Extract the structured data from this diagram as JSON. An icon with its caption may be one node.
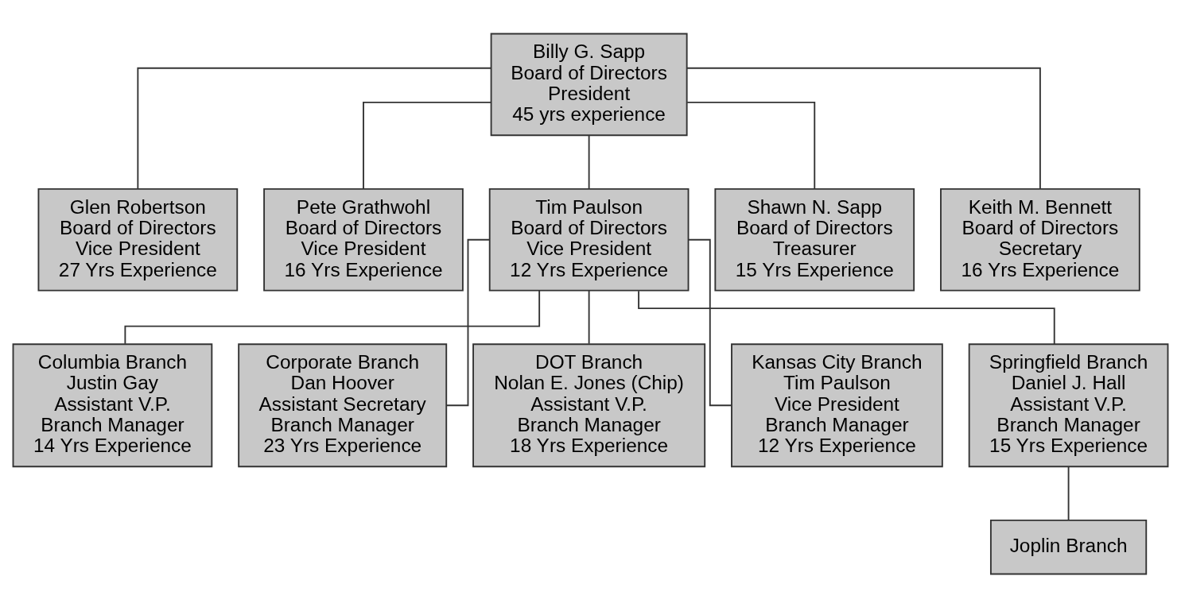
{
  "diagram": {
    "nodes": [
      {
        "text": [
          "Billy G. Sapp",
          "Board of Directors",
          "President",
          "45 yrs experience"
        ]
      },
      {
        "text": [
          "Glen Robertson",
          "Board of Directors",
          "Vice President",
          "27 Yrs Experience"
        ]
      },
      {
        "text": [
          "Pete Grathwohl",
          "Board of Directors",
          "Vice President",
          "16 Yrs Experience"
        ]
      },
      {
        "text": [
          "Tim Paulson",
          "Board of Directors",
          "Vice President",
          "12 Yrs Experience"
        ]
      },
      {
        "text": [
          "Shawn N. Sapp",
          "Board of Directors",
          "Treasurer",
          "15 Yrs Experience"
        ]
      },
      {
        "text": [
          "Keith M. Bennett",
          "Board of Directors",
          "Secretary",
          "16 Yrs Experience"
        ]
      },
      {
        "text": [
          "Columbia Branch",
          "Justin Gay",
          "Assistant V.P.",
          "Branch Manager",
          "14 Yrs Experience"
        ]
      },
      {
        "text": [
          "Corporate Branch",
          "Dan Hoover",
          "Assistant Secretary",
          "Branch Manager",
          "23 Yrs Experience"
        ]
      },
      {
        "text": [
          "DOT Branch",
          "Nolan E. Jones (Chip)",
          "Assistant V.P.",
          "Branch Manager",
          "18 Yrs Experience"
        ]
      },
      {
        "text": [
          "Kansas City Branch",
          "Tim Paulson",
          "Vice President",
          "Branch Manager",
          "12 Yrs Experience"
        ]
      },
      {
        "text": [
          "Springfield Branch",
          "Daniel J. Hall",
          "Assistant V.P.",
          "Branch Manager",
          "15 Yrs Experience"
        ]
      },
      {
        "text": [
          "Joplin Branch"
        ]
      }
    ],
    "edges": [
      {
        "from": 0,
        "to": 1,
        "arrow": "none"
      },
      {
        "from": 0,
        "to": 2,
        "arrow": "none"
      },
      {
        "from": 0,
        "to": 3,
        "arrow": "none"
      },
      {
        "from": 0,
        "to": 4,
        "arrow": "none"
      },
      {
        "from": 0,
        "to": 5,
        "arrow": "none"
      },
      {
        "from": 3,
        "to": 6,
        "arrow": "none"
      },
      {
        "from": 3,
        "to": 7,
        "arrow": "none"
      },
      {
        "from": 3,
        "to": 8,
        "arrow": "none"
      },
      {
        "from": 3,
        "to": 9,
        "arrow": "none"
      },
      {
        "from": 3,
        "to": 10,
        "arrow": "none"
      },
      {
        "from": 10,
        "to": 11,
        "arrow": "none"
      }
    ]
  }
}
